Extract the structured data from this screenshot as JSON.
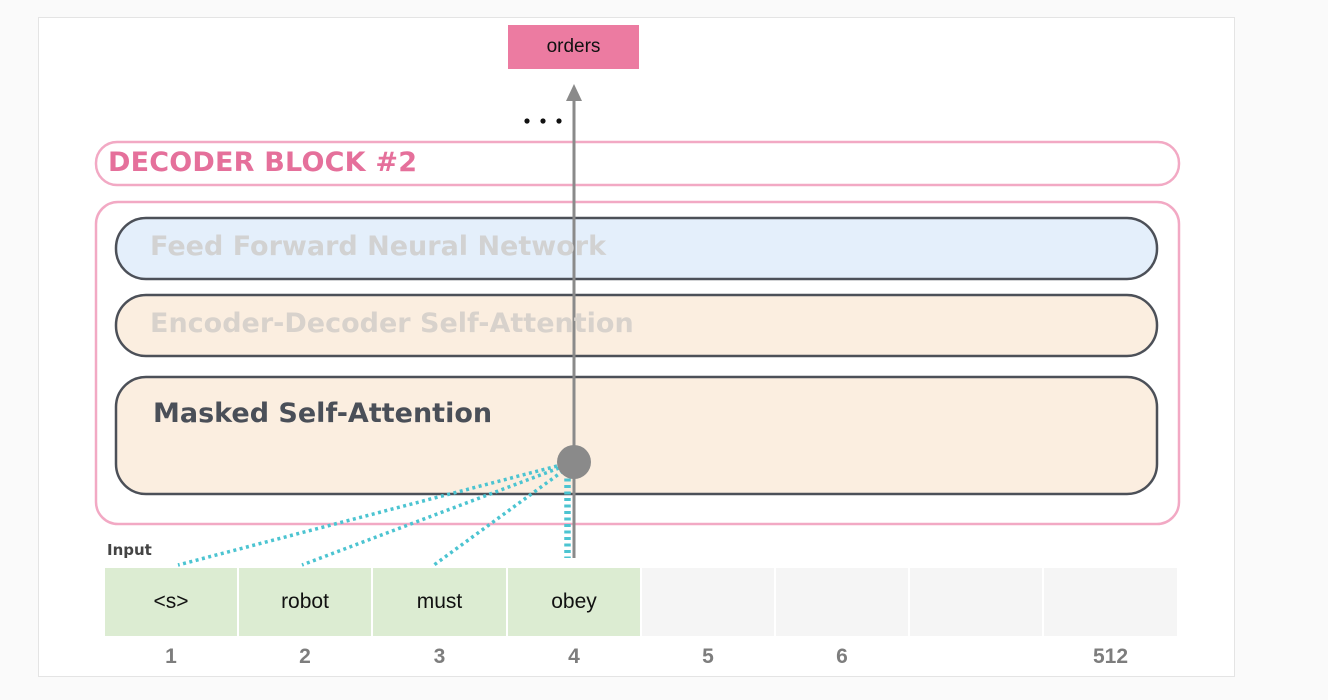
{
  "output_token": "orders",
  "ellipsis": "…",
  "decoder_block_title": "DECODER BLOCK #2",
  "layers": {
    "feed_forward": "Feed Forward Neural Network",
    "encoder_decoder_attention": "Encoder-Decoder Self-Attention",
    "masked_self_attention": "Masked Self-Attention"
  },
  "input": {
    "caption": "Input",
    "tokens": [
      "<s>",
      "robot",
      "must",
      "obey",
      "",
      "",
      "",
      ""
    ],
    "positions": [
      "1",
      "2",
      "3",
      "4",
      "5",
      "6",
      "",
      "512"
    ]
  },
  "colors": {
    "accent_pink": "#e5709b",
    "output_box": "#ec7ba1",
    "ffn_fill": "#e4effb",
    "attention_fill": "#fbeee0",
    "input_cell_filled": "#dcecd2",
    "input_cell_empty": "#f5f5f5",
    "attention_lines": "#4cc4d1",
    "arrow": "#8a8a8a"
  }
}
